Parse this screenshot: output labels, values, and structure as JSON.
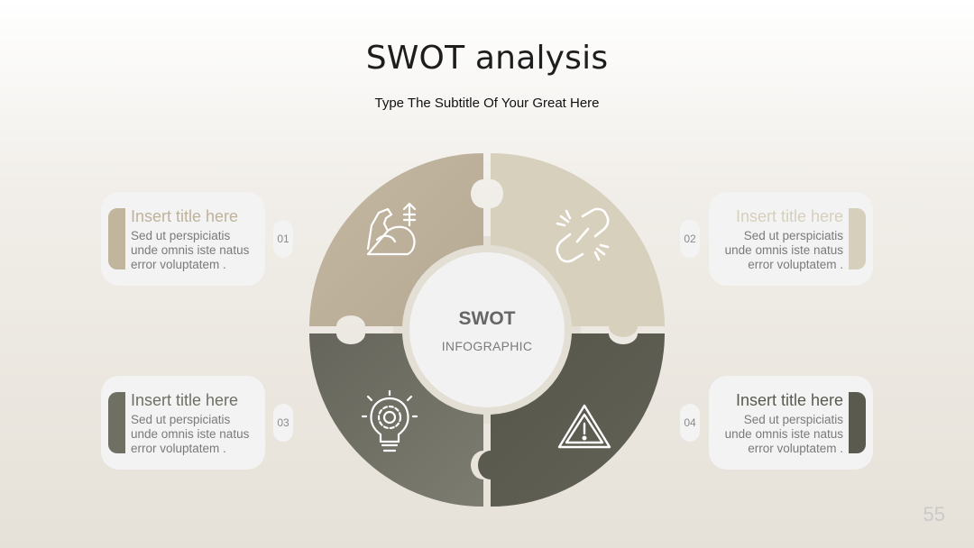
{
  "slide": {
    "title": "SWOT analysis",
    "subtitle": "Type The Subtitle Of Your Great Here",
    "page_number": "55"
  },
  "center": {
    "title": "SWOT",
    "subtitle": "INFOGRAPHIC"
  },
  "items": [
    {
      "number": "01",
      "title": "Insert title here",
      "body": [
        "Sed ut perspiciatis",
        "unde omnis iste natus",
        "error voluptatem ."
      ],
      "icon": "strength-icon",
      "color": "#bfb29b"
    },
    {
      "number": "02",
      "title": "Insert title here",
      "body": [
        "Sed ut perspiciatis",
        "unde omnis iste natus",
        "error voluptatem ."
      ],
      "icon": "broken-link-icon",
      "color": "#d6cfbc"
    },
    {
      "number": "03",
      "title": "Insert title here",
      "body": [
        "Sed ut perspiciatis",
        "unde omnis iste natus",
        "error voluptatem ."
      ],
      "icon": "lightbulb-gear-icon",
      "color": "#6f6f64"
    },
    {
      "number": "04",
      "title": "Insert title here",
      "body": [
        "Sed ut perspiciatis",
        "unde omnis iste natus",
        "error voluptatem ."
      ],
      "icon": "warning-icon",
      "color": "#5a5a4f"
    }
  ]
}
